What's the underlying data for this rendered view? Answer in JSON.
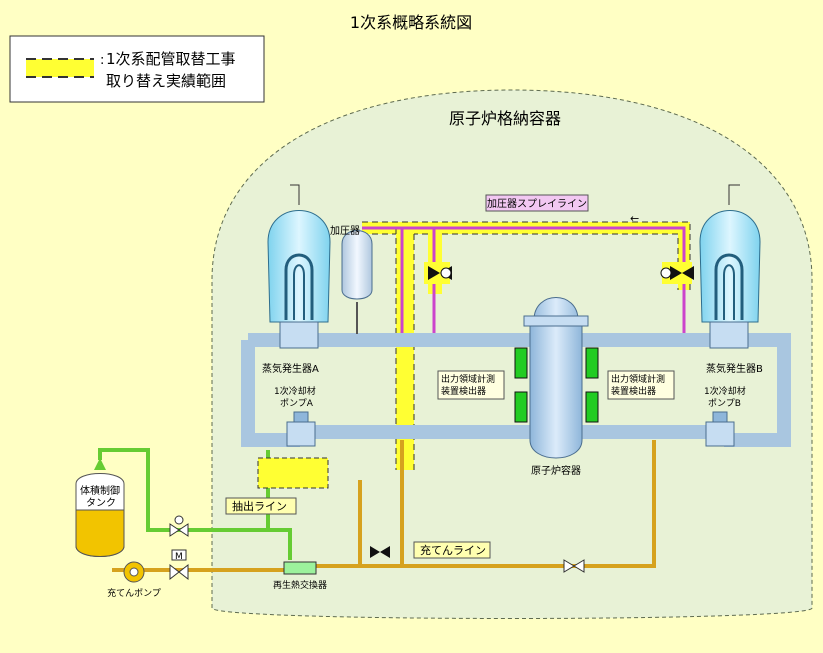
{
  "title": "1次系概略系統図",
  "legend": {
    "line1": "1次系配管取替工事",
    "line2": "取り替え実績範囲"
  },
  "containment_label": "原子炉格納容器",
  "spray_line_label": "加圧器スプレイライン",
  "pressurizer_label": "加圧器",
  "sg_a_label": "蒸気発生器A",
  "sg_b_label": "蒸気発生器B",
  "pump_a_label": [
    "1次冷却材",
    "ポンプA"
  ],
  "pump_b_label": [
    "1次冷却材",
    "ポンプB"
  ],
  "detector_label": [
    "出力領域計測",
    "装置検出器"
  ],
  "reactor_vessel_label": "原子炉容器",
  "vct_label": [
    "体積制御",
    "タンク"
  ],
  "letdown_line_label": "抽出ライン",
  "charging_line_label": "充てんライン",
  "regen_hx_label": "再生熱交換器",
  "charging_pump_label": "充てんポンプ",
  "motor_label": "M",
  "colors": {
    "background": "#FFFFC4",
    "containment": "#E8F2D6",
    "primary_pipe": "#A9C6E0",
    "highlight": "#FFFF33",
    "spray_line": "#CC44CC",
    "charging_line": "#D6A21E",
    "letdown_line": "#66CC33",
    "detector": "#22CC22",
    "vct_liquid": "#F2C400"
  }
}
